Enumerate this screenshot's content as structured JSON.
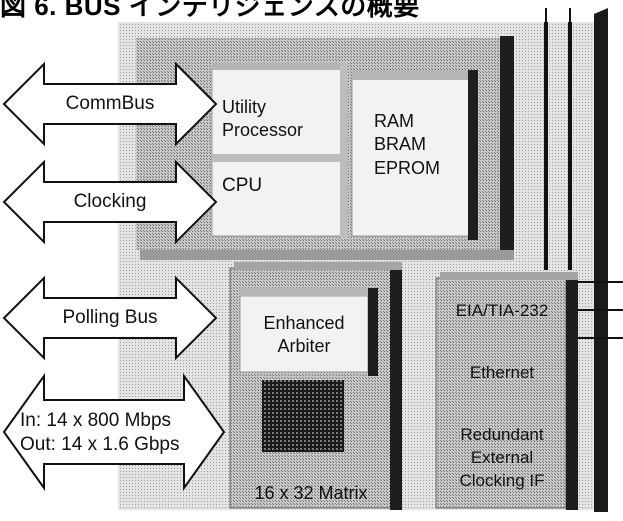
{
  "title": "図 6. BUS インテリジェンスの概要",
  "interfaces": [
    {
      "id": "commbus",
      "label": "CommBus"
    },
    {
      "id": "clocking",
      "label": "Clocking"
    },
    {
      "id": "polling",
      "label": "Polling Bus"
    },
    {
      "id": "io",
      "label_in": "In: 14 x 800 Mbps",
      "label_out": "Out: 14 x 1.6 Gbps"
    }
  ],
  "blocks": {
    "utility_processor": "Utility Processor",
    "cpu": "CPU",
    "memory": [
      "RAM",
      "BRAM",
      "EPROM"
    ],
    "enhanced_arbiter": "Enhanced Arbiter",
    "matrix": "16 x 32 Matrix",
    "io_panel": [
      "EIA/TIA-232",
      "Ethernet",
      "Redundant External Clocking IF"
    ]
  }
}
